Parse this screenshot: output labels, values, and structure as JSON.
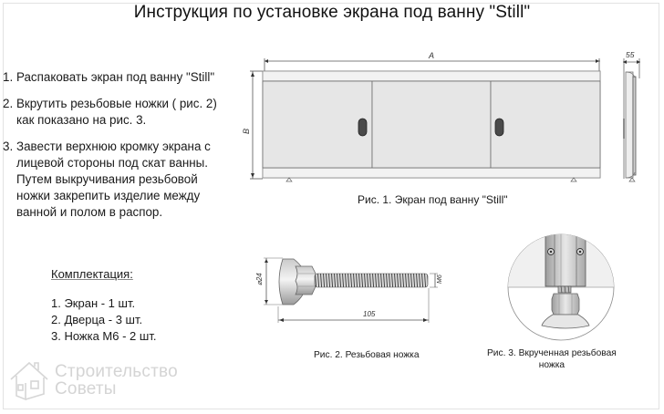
{
  "title": "Инструкция по установке экрана под ванну \"Still\"",
  "steps": [
    {
      "num": "1.",
      "text": "Распаковать экран под ванну \"Still\""
    },
    {
      "num": "2.",
      "text": "Вкрутить резьбовые ножки  ( рис. 2)\nкак показано на рис. 3."
    },
    {
      "num": "3.",
      "text": "Завести верхнюю кромку экрана с\nлицевой стороны под скат ванны.\nПутем выкручивания резьбовой\nножки закрепить изделие между\nванной и полом в распор."
    }
  ],
  "kit": {
    "title": "Комплектация:",
    "items": [
      "1. Экран - 1 шт.",
      "2. Дверца - 3 шт.",
      "3. Ножка М6 - 2 шт."
    ]
  },
  "figures": {
    "fig1": {
      "caption": "Рис. 1. Экран под ванну \"Still\"",
      "dim_length_label": "A",
      "dim_height_label": "B",
      "dim_depth_label": "55",
      "door_count": 3
    },
    "fig2": {
      "caption": "Рис. 2. Резьбовая ножка",
      "dim_diameter_label": "⌀24",
      "dim_length_label": "105",
      "dim_thread_label": "M6"
    },
    "fig3": {
      "caption": "Рис. 3. Вкрученная резьбовая\nножка"
    }
  },
  "watermark": {
    "line1": "Строительство",
    "line2": "Советы",
    "icon": "house-icon"
  },
  "colors": {
    "panel_fill": "#e6e6e6",
    "panel_stroke": "#6e6e6e",
    "handle": "#4a4a4a",
    "text": "#111111",
    "watermark": "#d4d4d4"
  }
}
